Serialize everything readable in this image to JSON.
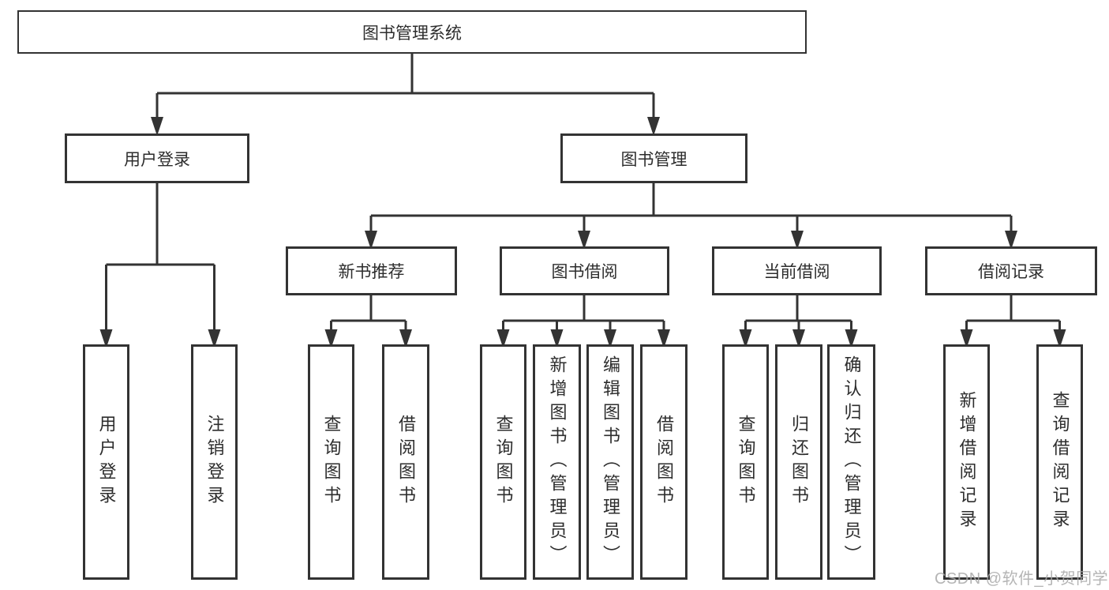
{
  "tree": {
    "root": {
      "label": "图书管理系统",
      "children": [
        {
          "label": "用户登录",
          "children": [
            {
              "label": "用户登录"
            },
            {
              "label": "注销登录"
            }
          ]
        },
        {
          "label": "图书管理",
          "children": [
            {
              "label": "新书推荐",
              "children": [
                {
                  "label": "查询图书"
                },
                {
                  "label": "借阅图书"
                }
              ]
            },
            {
              "label": "图书借阅",
              "children": [
                {
                  "label": "查询图书"
                },
                {
                  "label": "新增图书（管理员）"
                },
                {
                  "label": "编辑图书（管理员）"
                },
                {
                  "label": "借阅图书"
                }
              ]
            },
            {
              "label": "当前借阅",
              "children": [
                {
                  "label": "查询图书"
                },
                {
                  "label": "归还图书"
                },
                {
                  "label": "确认归还（管理员）"
                }
              ]
            },
            {
              "label": "借阅记录",
              "children": [
                {
                  "label": "新增借阅记录"
                },
                {
                  "label": "查询借阅记录"
                }
              ]
            }
          ]
        }
      ]
    }
  },
  "watermark": {
    "text": "CSDN @软件_小贺同学"
  },
  "colors": {
    "line": "#333333",
    "box_border": "#333333",
    "text": "#2d2d2d",
    "watermark": "#a8a8a8",
    "background": "#ffffff"
  }
}
